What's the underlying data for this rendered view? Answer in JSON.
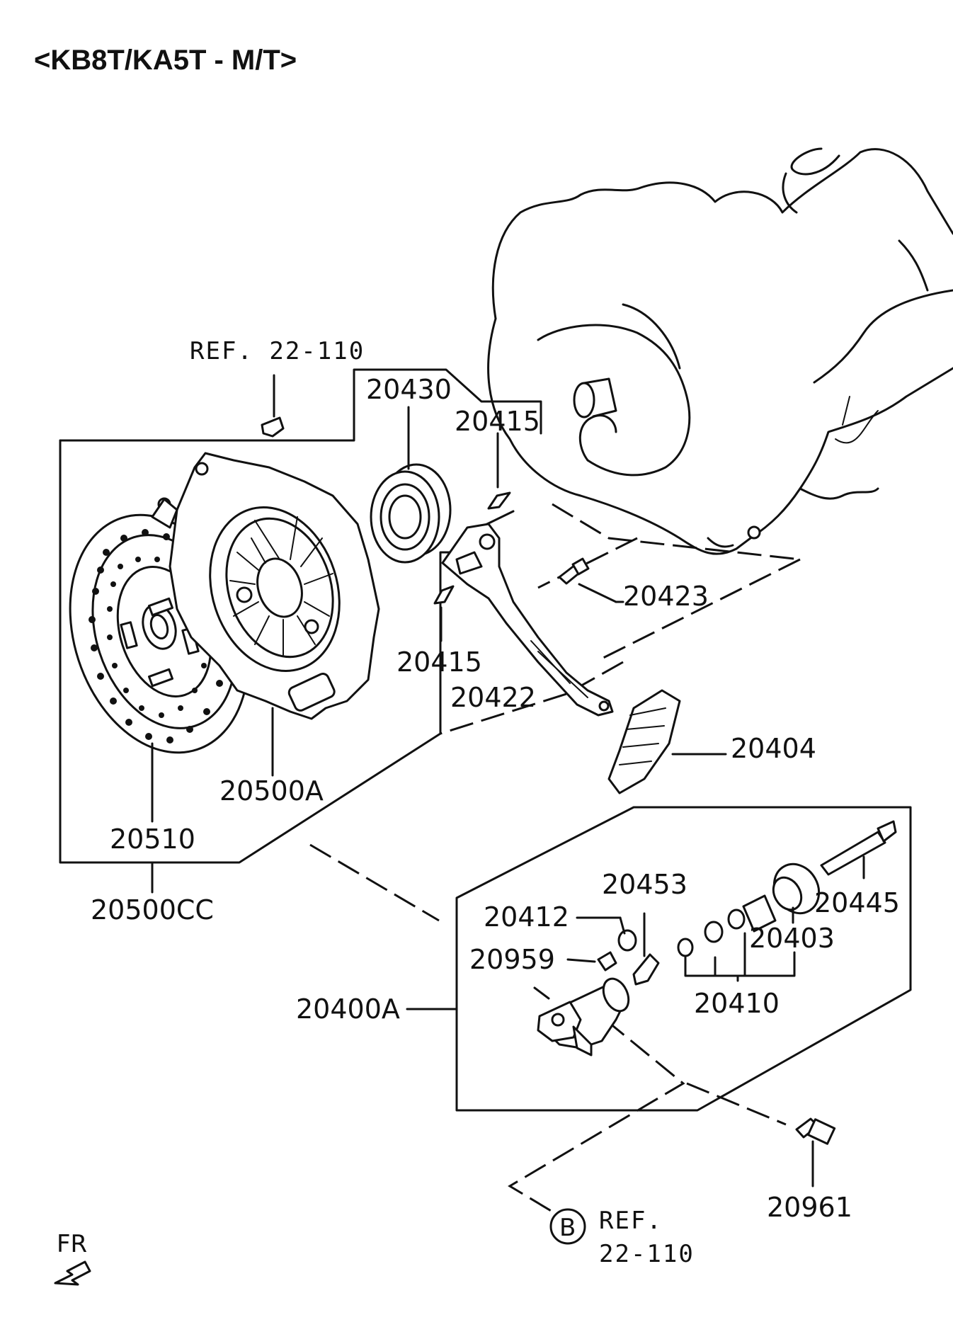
{
  "title": "<KB8T/KA5T - M/T>",
  "orientation": "FR",
  "references": {
    "ref_top": "REF. 22-110",
    "ref_bottom_marker": "B",
    "ref_bottom_line1": "REF.",
    "ref_bottom_line2": "22-110"
  },
  "part_numbers": {
    "p20430": "20430",
    "p20415_top": "20415",
    "p20415_bottom": "20415",
    "p20423": "20423",
    "p20422": "20422",
    "p20404": "20404",
    "p20500A": "20500A",
    "p20510": "20510",
    "p20500CC": "20500CC",
    "p20453": "20453",
    "p20412": "20412",
    "p20959": "20959",
    "p20445": "20445",
    "p20403": "20403",
    "p20410": "20410",
    "p20400A": "20400A",
    "p20961": "20961"
  }
}
